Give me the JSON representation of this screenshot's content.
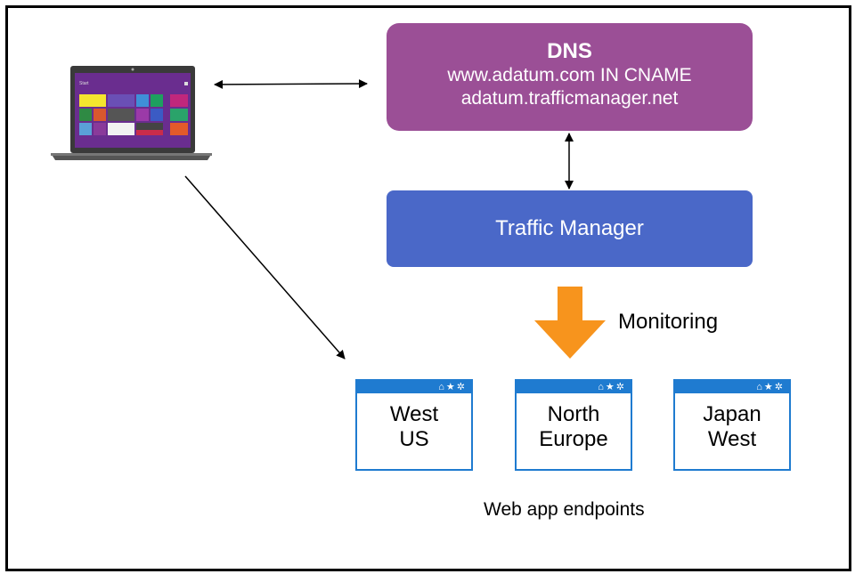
{
  "dns": {
    "title": "DNS",
    "line1": "www.adatum.com IN CNAME",
    "line2": "adatum.trafficmanager.net"
  },
  "traffic_manager": {
    "label": "Traffic Manager"
  },
  "monitoring": {
    "label": "Monitoring"
  },
  "endpoints": [
    {
      "line1": "West",
      "line2": "US"
    },
    {
      "line1": "North",
      "line2": "Europe"
    },
    {
      "line1": "Japan",
      "line2": "West"
    }
  ],
  "endpoint_icons": "⌂★✲",
  "caption": "Web app endpoints",
  "laptop_screen": {
    "label": "Start"
  },
  "colors": {
    "dns": "#9b4f96",
    "traffic_manager": "#4a68c8",
    "endpoint": "#1f7bd0",
    "arrow_orange": "#f7941d"
  }
}
